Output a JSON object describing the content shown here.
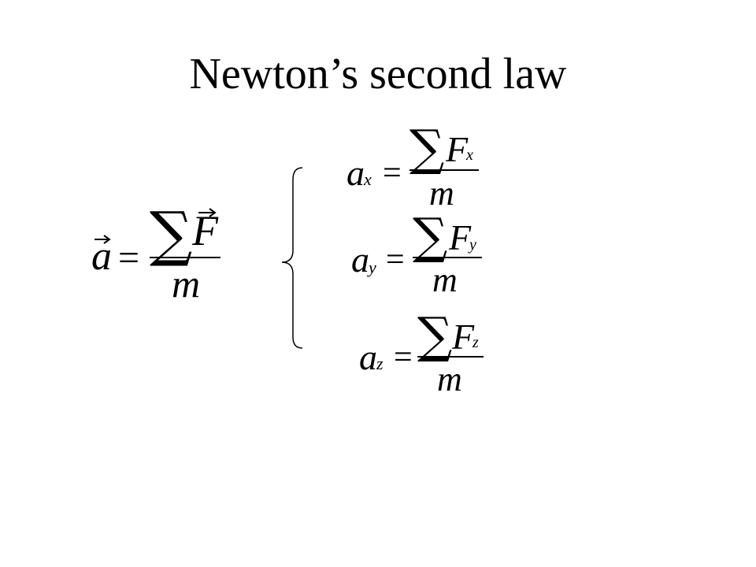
{
  "slide": {
    "title": "Newton’s second law"
  },
  "symbols": {
    "acceleration": "a",
    "force": "F",
    "mass": "m",
    "equals": "=",
    "sum": "∑",
    "sub_x": "x",
    "sub_y": "y",
    "sub_z": "z"
  },
  "colors": {
    "background": "#ffffff",
    "ink": "#000000"
  }
}
